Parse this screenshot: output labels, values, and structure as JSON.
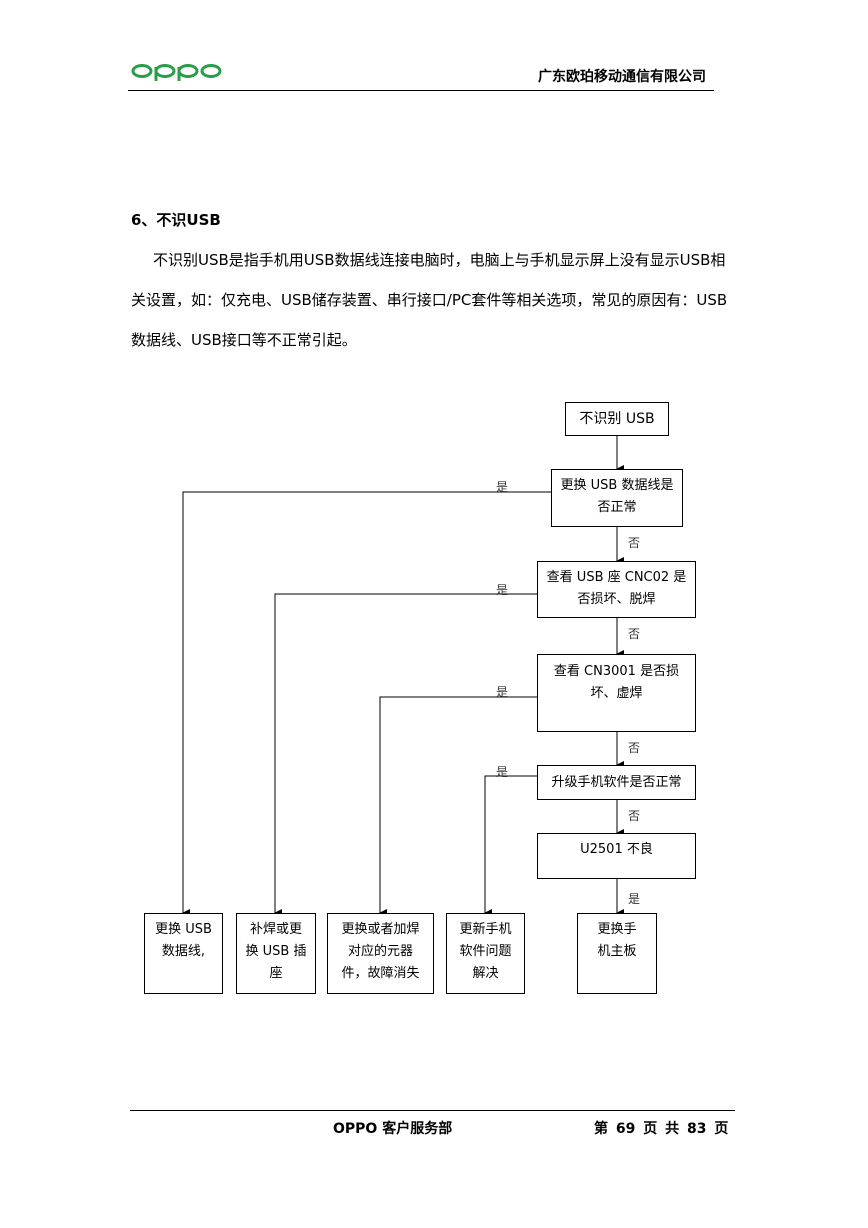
{
  "header": {
    "logo_text": "oppo",
    "company": "广东欧珀移动通信有限公司"
  },
  "section": {
    "heading": "6、不识USB",
    "paragraph_lines": [
      "不识别USB是指手机用USB数据线连接电脑时，电脑上与手机显示屏上没有显示USB相",
      "关设置，如：仅充电、USB储存装置、串行接口/PC套件等相关选项，常见的原因有：USB",
      "数据线、USB接口等不正常引起。"
    ]
  },
  "flowchart": {
    "start": "不识别 USB",
    "steps": [
      {
        "lines": [
          "更换 USB 数据线是",
          "否正常"
        ]
      },
      {
        "lines": [
          "查看 USB 座 CNC02 是",
          "否损坏、脱焊"
        ]
      },
      {
        "lines": [
          "查看 CN3001 是否损",
          "坏、虚焊"
        ]
      },
      {
        "lines": [
          "升级手机软件是否正常"
        ]
      },
      {
        "lines": [
          "U2501 不良"
        ]
      }
    ],
    "yes_label": "是",
    "no_label": "否",
    "outcomes": [
      {
        "lines": [
          "更换 USB",
          "数据线,"
        ]
      },
      {
        "lines": [
          "补焊或更",
          "换 USB 插",
          "座"
        ]
      },
      {
        "lines": [
          "更换或者加焊",
          "对应的元器",
          "件，故障消失"
        ]
      },
      {
        "lines": [
          "更新手机",
          "软件问题",
          "解决"
        ]
      },
      {
        "lines": [
          "更换手",
          "机主板"
        ]
      }
    ]
  },
  "footer": {
    "department": "OPPO 客户服务部",
    "page_info": "第 69 页 共 83 页"
  }
}
